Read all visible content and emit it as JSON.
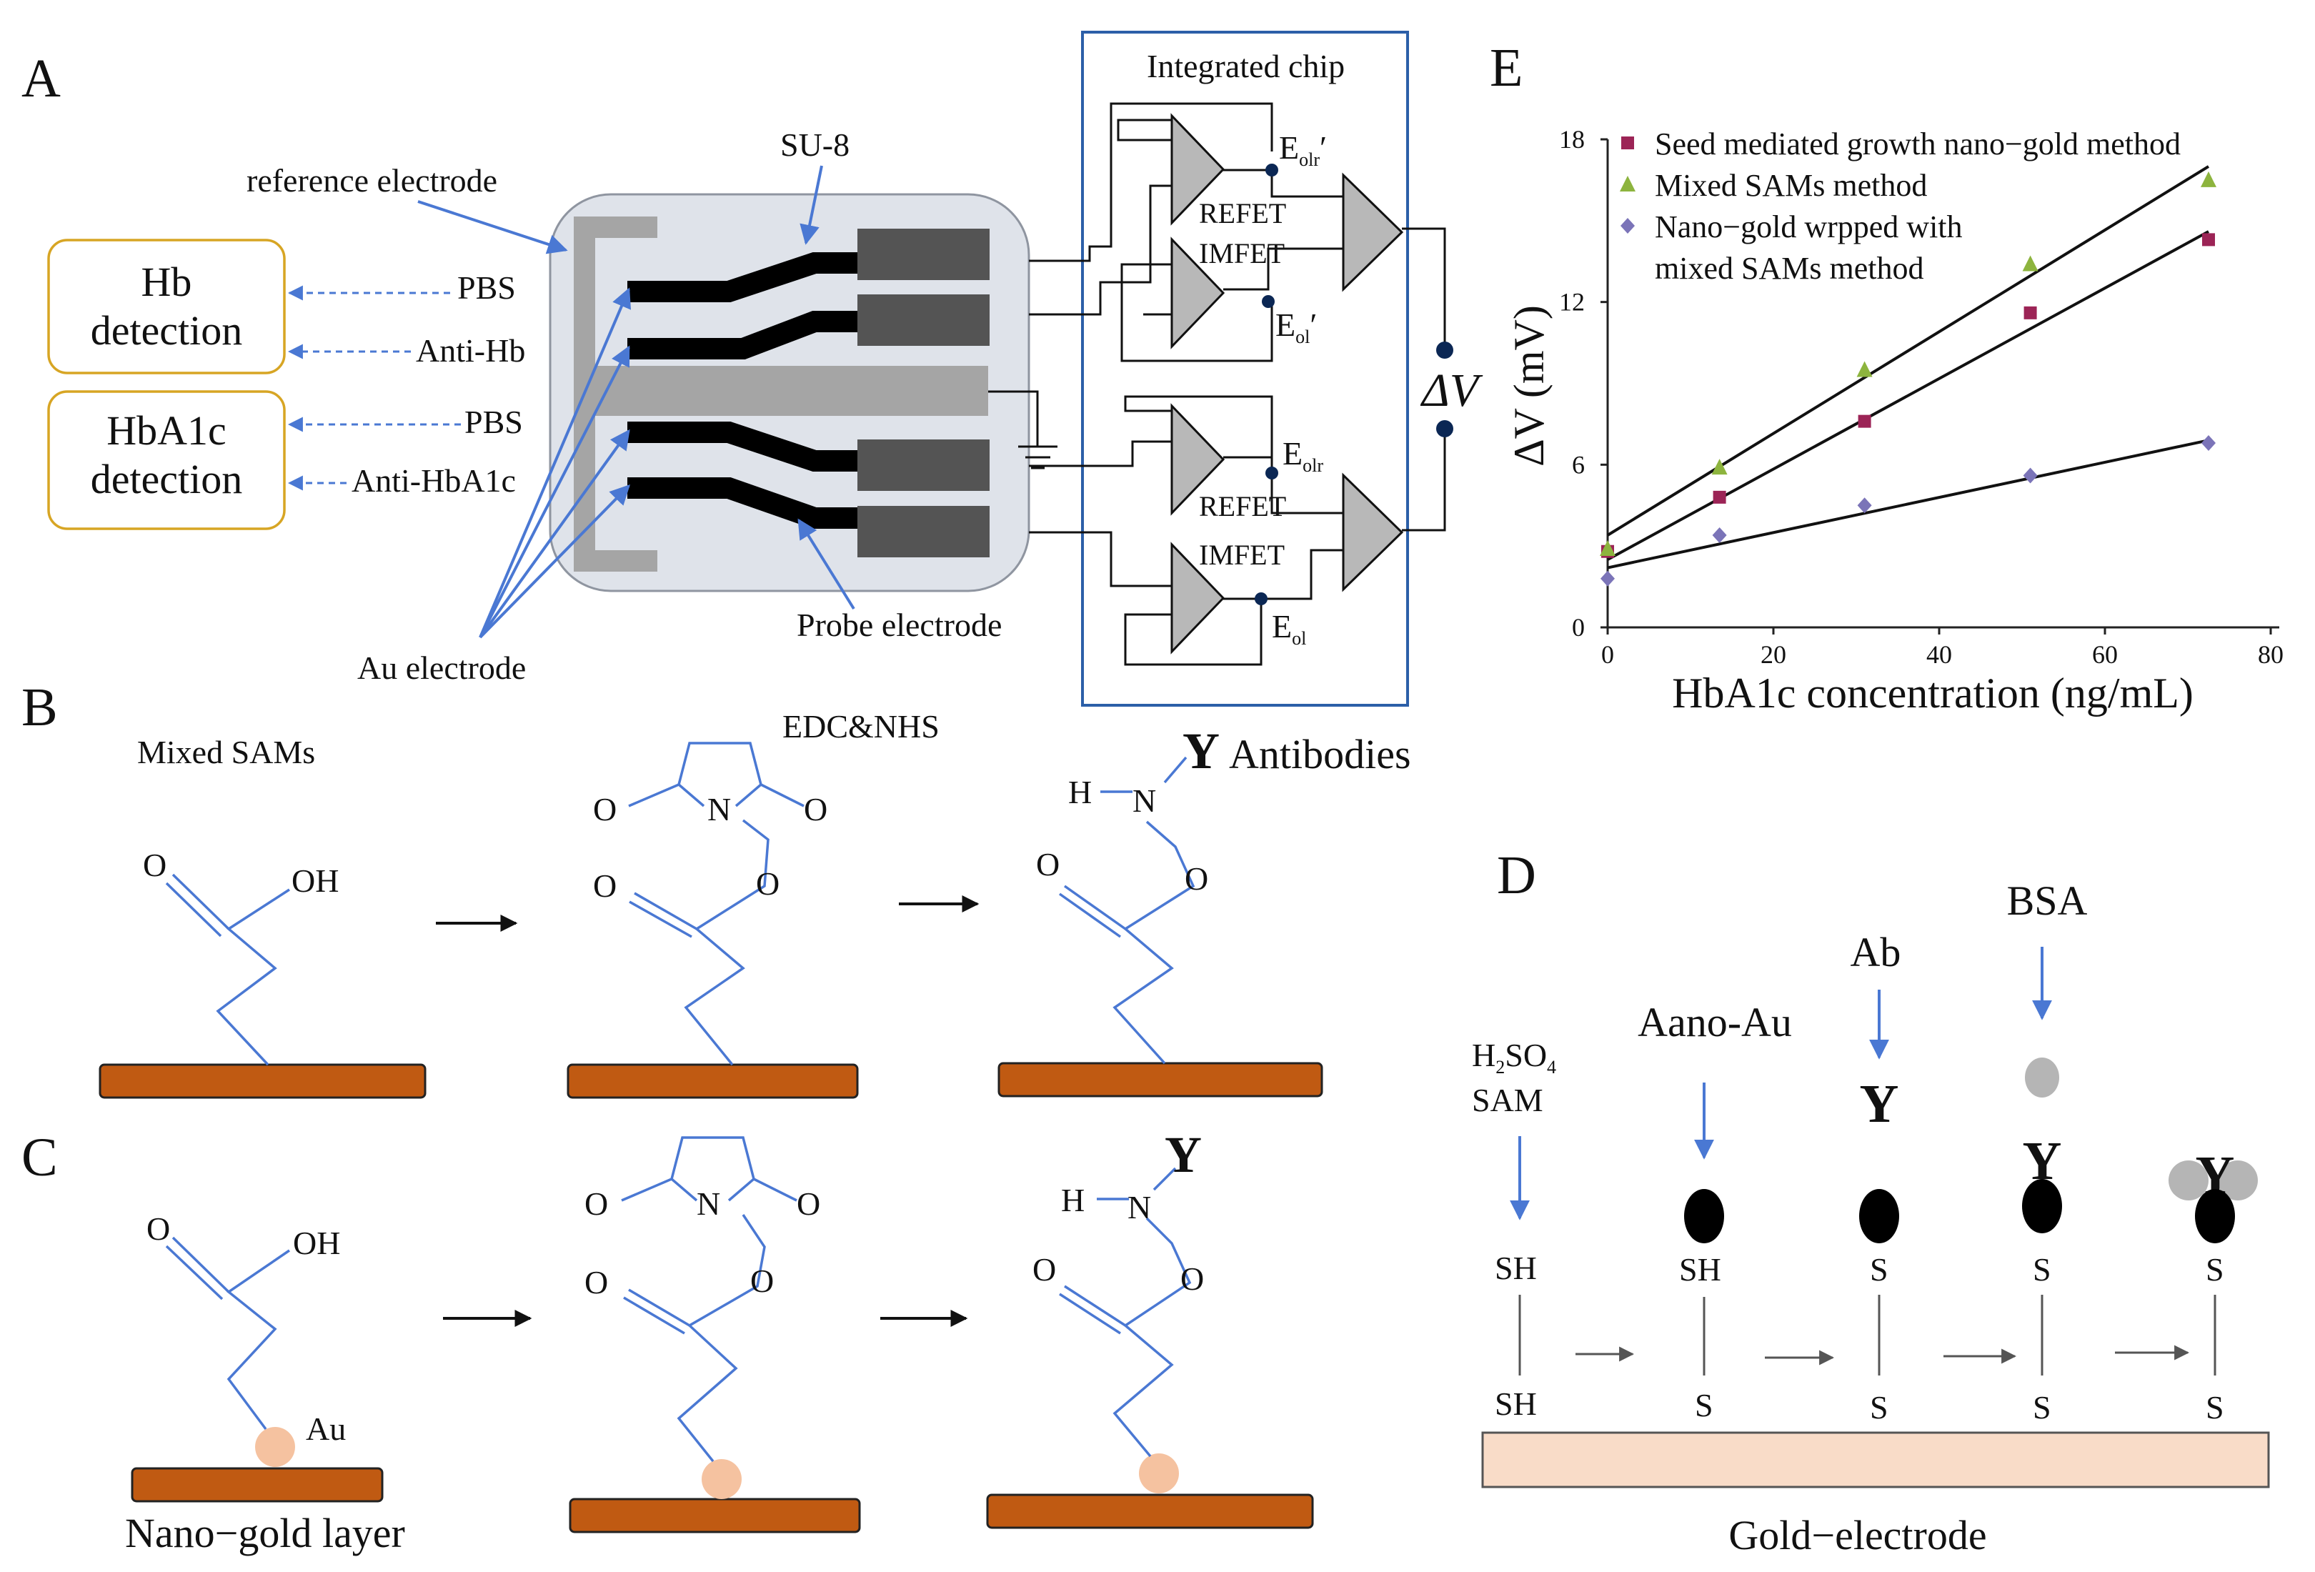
{
  "panels": {
    "a": "A",
    "b": "B",
    "c": "C",
    "d": "D",
    "e": "E"
  },
  "panelA": {
    "chip_title": "Integrated chip",
    "su8": "SU-8",
    "reference_electrode": "reference electrode",
    "au_electrode": "Au electrode",
    "probe_electrode": "Probe electrode",
    "hb_detection": [
      "Hb",
      "detection"
    ],
    "hba1c_detection": [
      "HbA1c",
      "detection"
    ],
    "pbs_1": "PBS",
    "anti_hb": "Anti-Hb",
    "pbs_2": "PBS",
    "anti_hba1c": "Anti-HbA1c",
    "refet_1": "REFET",
    "imfet_1": "IMFET",
    "refet_2": "REFET",
    "imfet_2": "IMFET",
    "e_olr_prime": {
      "base": "E",
      "sub": "olr",
      "suffix": "′"
    },
    "e_ol_prime": {
      "base": "E",
      "sub": "ol",
      "suffix": "′"
    },
    "e_olr": {
      "base": "E",
      "sub": "olr",
      "suffix": ""
    },
    "e_ol": {
      "base": "E",
      "sub": "ol",
      "suffix": ""
    },
    "delta_v": "ΔV"
  },
  "panelB": {
    "mixed_sams": "Mixed SAMs",
    "edc_nhs": "EDC&NHS",
    "antibody_symbol": "Y",
    "antibodies": "Antibodies"
  },
  "panelC": {
    "au": "Au",
    "nano_gold_layer": "Nano−gold layer",
    "antibody_symbol": "Y"
  },
  "chem": {
    "o": "O",
    "oh": "OH",
    "n": "N",
    "h": "H"
  },
  "panelD": {
    "h2so4": {
      "a": "H",
      "s1": "2",
      "b": "SO",
      "s2": "4"
    },
    "sam": "SAM",
    "aano_au": "Aano-Au",
    "ab": "Ab",
    "bsa": "BSA",
    "antibody_symbol": "Y",
    "gold_electrode": "Gold−electrode",
    "thiol_labels": {
      "sh": "SH",
      "s": "S"
    }
  },
  "colors": {
    "blue_line": "#4a78d3",
    "substrate": "#c05a12",
    "nano_gold": "#f5c2a0",
    "gold_electrode": "#f9dcc8",
    "series_pink": "#9c2456",
    "series_green": "#8db43e",
    "series_purple": "#7b74b8",
    "detection_box_border": "#d7a524",
    "chip_body": "#dfe3ea"
  },
  "chart_data": {
    "type": "scatter",
    "xlabel": "HbA1c concentration (ng/mL)",
    "ylabel": "ΔV (mV)",
    "xlim": [
      0,
      80
    ],
    "ylim": [
      0,
      18
    ],
    "xticks": [
      0,
      20,
      40,
      60,
      80
    ],
    "yticks": [
      0,
      6,
      12,
      18
    ],
    "legend_position": "top-left",
    "series": [
      {
        "name": "Seed mediated growth nano−gold method",
        "marker": "square",
        "x": [
          0,
          13.5,
          31,
          51,
          72.5
        ],
        "y": [
          2.8,
          4.8,
          7.6,
          11.6,
          14.3
        ],
        "fit": [
          [
            0,
            2.5
          ],
          [
            72.5,
            14.6
          ]
        ]
      },
      {
        "name": "Mixed SAMs method",
        "marker": "triangle",
        "x": [
          0,
          13.5,
          31,
          51,
          72.5
        ],
        "y": [
          2.9,
          5.9,
          9.5,
          13.4,
          16.5
        ],
        "fit": [
          [
            0,
            3.4
          ],
          [
            72.5,
            17.0
          ]
        ]
      },
      {
        "name": "Nano−gold wrpped with mixed SAMs method",
        "legend_lines": [
          "Nano−gold wrpped with",
          "mixed SAMs method"
        ],
        "marker": "diamond",
        "x": [
          0,
          13.5,
          31,
          51,
          72.5
        ],
        "y": [
          1.8,
          3.4,
          4.5,
          5.6,
          6.8
        ],
        "fit": [
          [
            0,
            2.2
          ],
          [
            72.5,
            6.9
          ]
        ]
      }
    ]
  }
}
